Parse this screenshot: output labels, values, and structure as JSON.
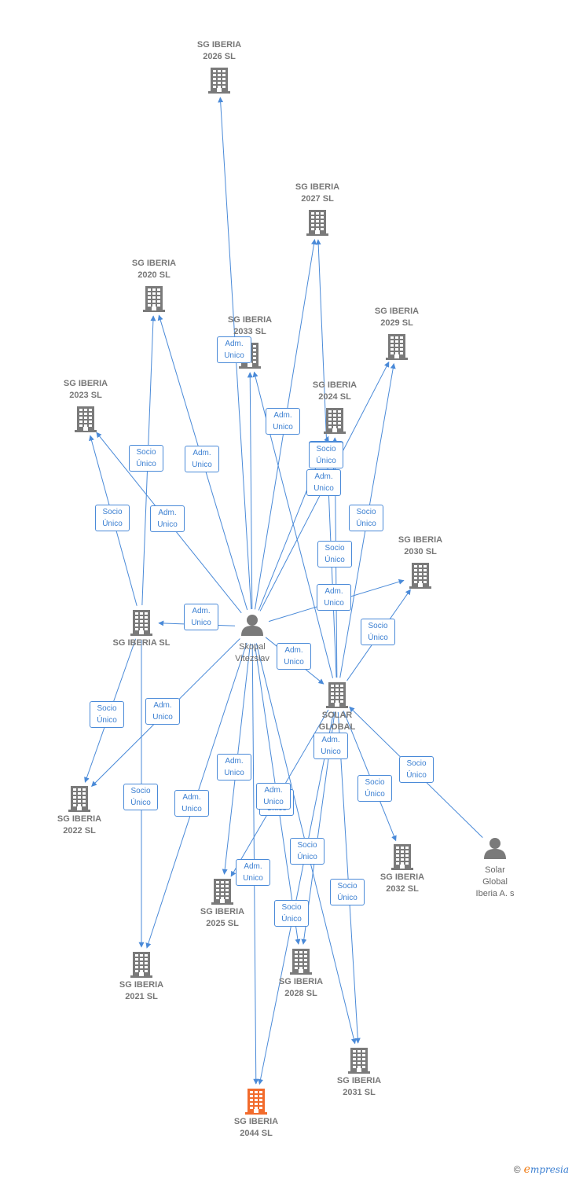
{
  "colors": {
    "edge": "#4a8ad8",
    "company_icon": "#7a7a7a",
    "focus_company_icon": "#f26b2c",
    "person_icon": "#7a7a7a",
    "label_text": "#777777",
    "edge_label_text": "#3b7fd1"
  },
  "nodes": [
    {
      "id": "sg2026",
      "type": "company",
      "label": "SG IBERIA\n2026  SL"
    },
    {
      "id": "sg2027",
      "type": "company",
      "label": "SG IBERIA\n2027  SL"
    },
    {
      "id": "sg2020",
      "type": "company",
      "label": "SG IBERIA\n2020  SL"
    },
    {
      "id": "sg2033",
      "type": "company",
      "label": "SG IBERIA\n2033  SL"
    },
    {
      "id": "sg2029",
      "type": "company",
      "label": "SG IBERIA\n2029  SL"
    },
    {
      "id": "sg2023",
      "type": "company",
      "label": "SG IBERIA\n2023  SL"
    },
    {
      "id": "sg2024",
      "type": "company",
      "label": "SG IBERIA\n2024  SL"
    },
    {
      "id": "sg2030",
      "type": "company",
      "label": "SG IBERIA\n2030  SL"
    },
    {
      "id": "sgiberia",
      "type": "company",
      "label": "SG IBERIA  SL"
    },
    {
      "id": "skopal",
      "type": "person",
      "label": "Skopal\nVitezslav"
    },
    {
      "id": "solarglobal",
      "type": "company",
      "label": "SOLAR\nGLOBAL"
    },
    {
      "id": "sg2022",
      "type": "company",
      "label": "SG IBERIA\n2022  SL"
    },
    {
      "id": "sg2032",
      "type": "company",
      "label": "SG IBERIA\n2032  SL"
    },
    {
      "id": "solarglobaliberia",
      "type": "person",
      "label": "Solar\nGlobal\nIberia A. s"
    },
    {
      "id": "sg2025",
      "type": "company",
      "label": "SG IBERIA\n2025  SL"
    },
    {
      "id": "sg2021",
      "type": "company",
      "label": "SG IBERIA\n2021  SL"
    },
    {
      "id": "sg2028",
      "type": "company",
      "label": "SG IBERIA\n2028  SL"
    },
    {
      "id": "sg2031",
      "type": "company",
      "label": "SG IBERIA\n2031  SL"
    },
    {
      "id": "sg2044",
      "type": "company",
      "focus": true,
      "label": "SG IBERIA\n2044  SL"
    }
  ],
  "edges": [
    {
      "from": "skopal",
      "to": "sg2026",
      "label": ""
    },
    {
      "from": "skopal",
      "to": "sg2027",
      "label": "Adm.\nUnico"
    },
    {
      "from": "skopal",
      "to": "sg2020",
      "label": "Adm.\nUnico"
    },
    {
      "from": "skopal",
      "to": "sg2033",
      "label": "Adm.\nUnico"
    },
    {
      "from": "skopal",
      "to": "sg2029",
      "label": "Adm.\nUnico"
    },
    {
      "from": "skopal",
      "to": "sg2023",
      "label": "Adm.\nUnico"
    },
    {
      "from": "skopal",
      "to": "sg2024",
      "label": "Adm.\nUnico"
    },
    {
      "from": "skopal",
      "to": "sg2030",
      "label": "Adm.\nUnico"
    },
    {
      "from": "skopal",
      "to": "sgiberia",
      "label": "Adm.\nUnico"
    },
    {
      "from": "skopal",
      "to": "solarglobal",
      "label": "Adm.\nUnico"
    },
    {
      "from": "skopal",
      "to": "sg2022",
      "label": "Adm.\nUnico"
    },
    {
      "from": "skopal",
      "to": "sg2025",
      "label": "Adm.\nUnico"
    },
    {
      "from": "skopal",
      "to": "sg2021",
      "label": "Adm.\nUnico"
    },
    {
      "from": "skopal",
      "to": "sg2028",
      "label": "Adm.\nUnico"
    },
    {
      "from": "skopal",
      "to": "sg2031",
      "label": "Adm.\nUnico"
    },
    {
      "from": "skopal",
      "to": "sg2044",
      "label": "Adm.\nUnico"
    },
    {
      "from": "sgiberia",
      "to": "sg2020",
      "label": "Socio\nÚnico"
    },
    {
      "from": "sgiberia",
      "to": "sg2023",
      "label": "Socio\nÚnico"
    },
    {
      "from": "sgiberia",
      "to": "sg2022",
      "label": "Socio\nÚnico"
    },
    {
      "from": "sgiberia",
      "to": "sg2021",
      "label": "Socio\nÚnico"
    },
    {
      "from": "solarglobal",
      "to": "sg2027",
      "label": "Socio\nÚnico"
    },
    {
      "from": "solarglobal",
      "to": "sg2024",
      "label": "Socio\nÚnico"
    },
    {
      "from": "solarglobal",
      "to": "sg2029",
      "label": "Socio\nÚnico"
    },
    {
      "from": "solarglobal",
      "to": "sg2030",
      "label": "Socio\nÚnico"
    },
    {
      "from": "solarglobal",
      "to": "sg2032",
      "label": "Socio\nÚnico"
    },
    {
      "from": "solarglobal",
      "to": "sg2028",
      "label": "Socio\nÚnico"
    },
    {
      "from": "solarglobal",
      "to": "sg2031",
      "label": "Socio\nÚnico"
    },
    {
      "from": "solarglobal",
      "to": "sg2044",
      "label": "Socio\nÚnico"
    },
    {
      "from": "solarglobal",
      "to": "sg2033",
      "label": ""
    },
    {
      "from": "solarglobal",
      "to": "sg2025",
      "label": "Adm.\nUnico"
    },
    {
      "from": "solarglobaliberia",
      "to": "solarglobal",
      "label": "Socio\nÚnico"
    }
  ],
  "credit": {
    "copyright": "©",
    "brand_first": "e",
    "brand_rest": "mpresia"
  }
}
